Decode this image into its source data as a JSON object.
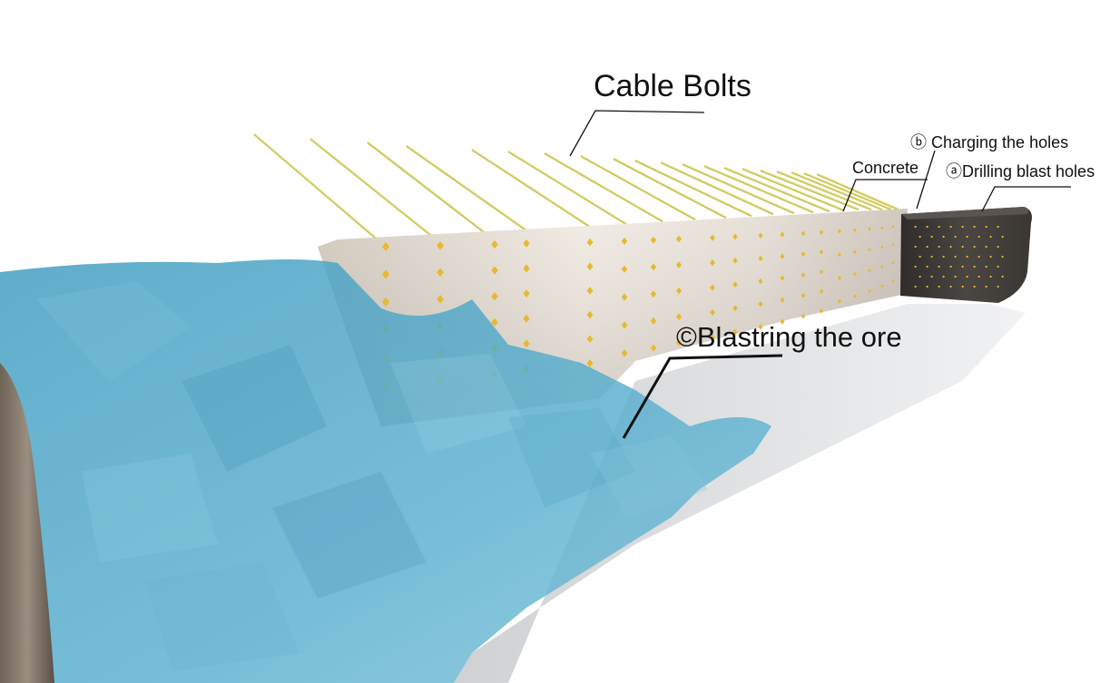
{
  "labels": {
    "cable_bolts": "Cable Bolts",
    "concrete": "Concrete",
    "charging": "ⓑ Charging the holes",
    "drilling": "ⓐDrilling blast holes",
    "blasting": "©Blastring the ore"
  },
  "colors": {
    "bolt": "#c9c45a",
    "bolt_highlight": "#e8e38a",
    "hole_marker": "#e8b82e",
    "concrete": "#d8cfc4",
    "rock_face": "#3d3a37",
    "floor": "#e4e5e6",
    "blasted_ore": "#4fa6c6",
    "tunnel_edge": "#8a7e72",
    "leader_line": "#111111"
  }
}
